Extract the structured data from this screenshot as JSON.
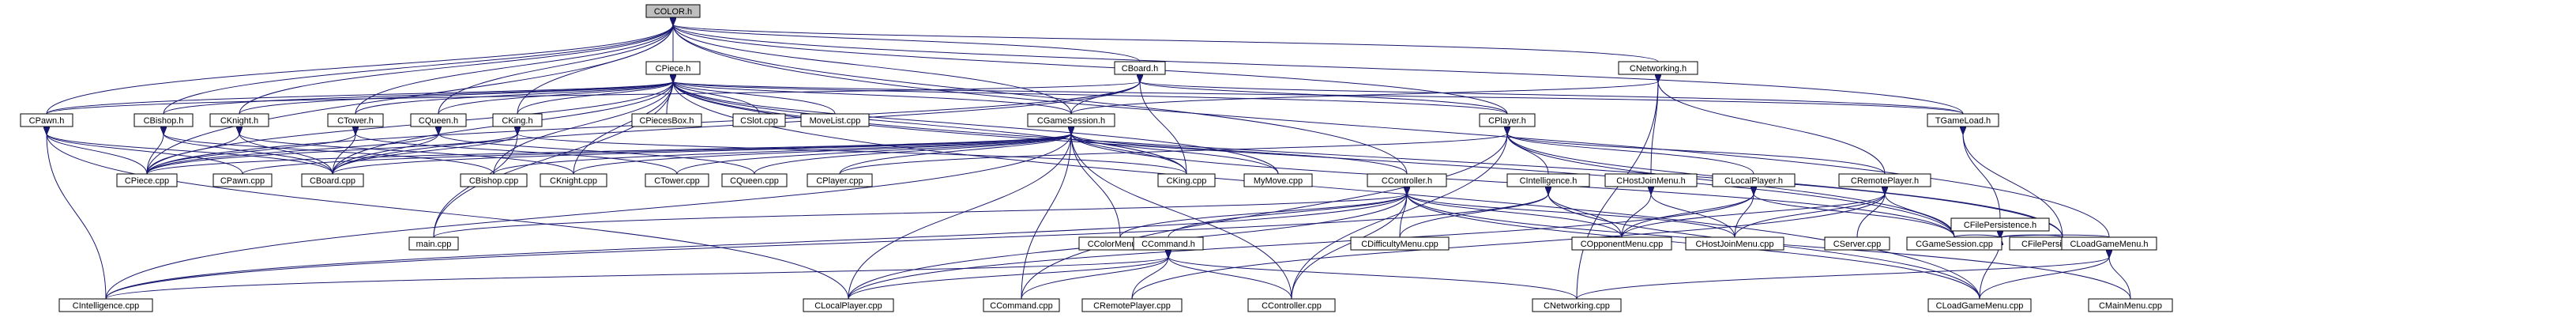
{
  "colors": {
    "edge": "#191970",
    "root_fill": "#bfbfbf",
    "node_fill": "#ffffff",
    "node_stroke": "#000000"
  },
  "root": "COLOR.h",
  "nodes": [
    {
      "id": "COLOR.h",
      "label": "COLOR.h"
    },
    {
      "id": "CPiece.h",
      "label": "CPiece.h"
    },
    {
      "id": "CBoard.h",
      "label": "CBoard.h"
    },
    {
      "id": "CNetworking.h",
      "label": "CNetworking.h"
    },
    {
      "id": "CPawn.h",
      "label": "CPawn.h"
    },
    {
      "id": "CBishop.h",
      "label": "CBishop.h"
    },
    {
      "id": "CKnight.h",
      "label": "CKnight.h"
    },
    {
      "id": "CTower.h",
      "label": "CTower.h"
    },
    {
      "id": "CQueen.h",
      "label": "CQueen.h"
    },
    {
      "id": "CKing.h",
      "label": "CKing.h"
    },
    {
      "id": "CPiecesBox.h",
      "label": "CPiecesBox.h"
    },
    {
      "id": "CSlot.cpp",
      "label": "CSlot.cpp"
    },
    {
      "id": "MoveList.cpp",
      "label": "MoveList.cpp"
    },
    {
      "id": "CGameSession.h",
      "label": "CGameSession.h"
    },
    {
      "id": "CPlayer.h",
      "label": "CPlayer.h"
    },
    {
      "id": "TGameLoad.h",
      "label": "TGameLoad.h"
    },
    {
      "id": "CPiece.cpp",
      "label": "CPiece.cpp"
    },
    {
      "id": "CPawn.cpp",
      "label": "CPawn.cpp"
    },
    {
      "id": "CBoard.cpp",
      "label": "CBoard.cpp"
    },
    {
      "id": "CBishop.cpp",
      "label": "CBishop.cpp"
    },
    {
      "id": "CKnight.cpp",
      "label": "CKnight.cpp"
    },
    {
      "id": "CTower.cpp",
      "label": "CTower.cpp"
    },
    {
      "id": "CQueen.cpp",
      "label": "CQueen.cpp"
    },
    {
      "id": "CPlayer.cpp",
      "label": "CPlayer.cpp"
    },
    {
      "id": "CKing.cpp",
      "label": "CKing.cpp"
    },
    {
      "id": "MyMove.cpp",
      "label": "MyMove.cpp"
    },
    {
      "id": "CController.h",
      "label": "CController.h"
    },
    {
      "id": "CHostJoinMenu.h",
      "label": "CHostJoinMenu.h"
    },
    {
      "id": "CIntelligence.h",
      "label": "CIntelligence.h"
    },
    {
      "id": "CLocalPlayer.h",
      "label": "CLocalPlayer.h"
    },
    {
      "id": "CRemotePlayer.h",
      "label": "CRemotePlayer.h"
    },
    {
      "id": "CFilePersistence.h",
      "label": "CFilePersistence.h"
    },
    {
      "id": "main.cpp",
      "label": "main.cpp"
    },
    {
      "id": "CColorMenu.cpp",
      "label": "CColorMenu.cpp"
    },
    {
      "id": "CDifficultyMenu.cpp",
      "label": "CDifficultyMenu.cpp"
    },
    {
      "id": "COpponentMenu.cpp",
      "label": "COpponentMenu.cpp"
    },
    {
      "id": "CHostJoinMenu.cpp",
      "label": "CHostJoinMenu.cpp"
    },
    {
      "id": "CServer.cpp",
      "label": "CServer.cpp"
    },
    {
      "id": "CGameSession.cpp",
      "label": "CGameSession.cpp"
    },
    {
      "id": "CFilePersistence.cpp",
      "label": "CFilePersistence.cpp"
    },
    {
      "id": "CLoadGameMenu.h",
      "label": "CLoadGameMenu.h"
    },
    {
      "id": "CCommand.h",
      "label": "CCommand.h"
    },
    {
      "id": "CIntelligence.cpp",
      "label": "CIntelligence.cpp"
    },
    {
      "id": "CLocalPlayer.cpp",
      "label": "CLocalPlayer.cpp"
    },
    {
      "id": "CCommand.cpp",
      "label": "CCommand.cpp"
    },
    {
      "id": "CRemotePlayer.cpp",
      "label": "CRemotePlayer.cpp"
    },
    {
      "id": "CController.cpp",
      "label": "CController.cpp"
    },
    {
      "id": "CNetworking.cpp",
      "label": "CNetworking.cpp"
    },
    {
      "id": "CLoadGameMenu.cpp",
      "label": "CLoadGameMenu.cpp"
    },
    {
      "id": "CMainMenu.cpp",
      "label": "CMainMenu.cpp"
    }
  ],
  "edges": [
    [
      "COLOR.h",
      "CPiece.h"
    ],
    [
      "COLOR.h",
      "CBoard.h"
    ],
    [
      "COLOR.h",
      "CNetworking.h"
    ],
    [
      "COLOR.h",
      "CPawn.h"
    ],
    [
      "COLOR.h",
      "CBishop.h"
    ],
    [
      "COLOR.h",
      "CKnight.h"
    ],
    [
      "COLOR.h",
      "CTower.h"
    ],
    [
      "COLOR.h",
      "CQueen.h"
    ],
    [
      "COLOR.h",
      "CKing.h"
    ],
    [
      "COLOR.h",
      "CGameSession.h"
    ],
    [
      "COLOR.h",
      "CPlayer.h"
    ],
    [
      "COLOR.h",
      "CController.h"
    ],
    [
      "COLOR.h",
      "TGameLoad.h"
    ],
    [
      "COLOR.h",
      "CPiece.cpp"
    ],
    [
      "COLOR.h",
      "CLoadGameMenu.h"
    ],
    [
      "CPiece.h",
      "CPawn.h"
    ],
    [
      "CPiece.h",
      "CBishop.h"
    ],
    [
      "CPiece.h",
      "CKnight.h"
    ],
    [
      "CPiece.h",
      "CTower.h"
    ],
    [
      "CPiece.h",
      "CQueen.h"
    ],
    [
      "CPiece.h",
      "CKing.h"
    ],
    [
      "CPiece.h",
      "CPiecesBox.h"
    ],
    [
      "CPiece.h",
      "CSlot.cpp"
    ],
    [
      "CPiece.h",
      "MoveList.cpp"
    ],
    [
      "CPiece.h",
      "CGameSession.h"
    ],
    [
      "CPiece.h",
      "CPlayer.h"
    ],
    [
      "CPiece.h",
      "TGameLoad.h"
    ],
    [
      "CPiece.h",
      "CPiece.cpp"
    ],
    [
      "CPiece.h",
      "CBoard.cpp"
    ],
    [
      "CPiece.h",
      "CKing.cpp"
    ],
    [
      "CPiece.h",
      "MyMove.cpp"
    ],
    [
      "CPiece.h",
      "main.cpp"
    ],
    [
      "CPiece.h",
      "CGameSession.cpp"
    ],
    [
      "CPiece.h",
      "CLoadGameMenu.cpp"
    ],
    [
      "CPiece.h",
      "CFilePersistence.cpp"
    ],
    [
      "CPiece.h",
      "CBishop.cpp"
    ],
    [
      "CPiece.h",
      "CKnight.cpp"
    ],
    [
      "CBoard.h",
      "CGameSession.h"
    ],
    [
      "CBoard.h",
      "CPlayer.h"
    ],
    [
      "CBoard.h",
      "CBoard.cpp"
    ],
    [
      "CBoard.h",
      "CKing.cpp"
    ],
    [
      "CBoard.h",
      "TGameLoad.h"
    ],
    [
      "CBoard.h",
      "CPiece.cpp"
    ],
    [
      "CBoard.h",
      "CPawn.h"
    ],
    [
      "CNetworking.h",
      "CGameSession.h"
    ],
    [
      "CNetworking.h",
      "CHostJoinMenu.h"
    ],
    [
      "CNetworking.h",
      "CRemotePlayer.h"
    ],
    [
      "CNetworking.h",
      "CNetworking.cpp"
    ],
    [
      "CPawn.h",
      "CPiece.cpp"
    ],
    [
      "CPawn.h",
      "CPawn.cpp"
    ],
    [
      "CPawn.h",
      "CBoard.cpp"
    ],
    [
      "CPawn.h",
      "CIntelligence.cpp"
    ],
    [
      "CPawn.h",
      "CLocalPlayer.cpp"
    ],
    [
      "CBishop.h",
      "CPiece.cpp"
    ],
    [
      "CBishop.h",
      "CBoard.cpp"
    ],
    [
      "CBishop.h",
      "CBishop.cpp"
    ],
    [
      "CKnight.h",
      "CPiece.cpp"
    ],
    [
      "CKnight.h",
      "CBoard.cpp"
    ],
    [
      "CKnight.h",
      "CKnight.cpp"
    ],
    [
      "CTower.h",
      "CPiece.cpp"
    ],
    [
      "CTower.h",
      "CBoard.cpp"
    ],
    [
      "CTower.h",
      "CTower.cpp"
    ],
    [
      "CQueen.h",
      "CPiece.cpp"
    ],
    [
      "CQueen.h",
      "CBoard.cpp"
    ],
    [
      "CQueen.h",
      "CQueen.cpp"
    ],
    [
      "CKing.h",
      "CPiece.cpp"
    ],
    [
      "CKing.h",
      "CBoard.cpp"
    ],
    [
      "CKing.h",
      "CKing.cpp"
    ],
    [
      "CKing.h",
      "main.cpp"
    ],
    [
      "CGameSession.h",
      "CController.h"
    ],
    [
      "CGameSession.h",
      "CPiece.cpp"
    ],
    [
      "CGameSession.h",
      "CPawn.cpp"
    ],
    [
      "CGameSession.h",
      "CBoard.cpp"
    ],
    [
      "CGameSession.h",
      "CBishop.cpp"
    ],
    [
      "CGameSession.h",
      "CKnight.cpp"
    ],
    [
      "CGameSession.h",
      "CTower.cpp"
    ],
    [
      "CGameSession.h",
      "CQueen.cpp"
    ],
    [
      "CGameSession.h",
      "CPlayer.cpp"
    ],
    [
      "CGameSession.h",
      "CKing.cpp"
    ],
    [
      "CGameSession.h",
      "MyMove.cpp"
    ],
    [
      "CGameSession.h",
      "CColorMenu.cpp"
    ],
    [
      "CGameSession.h",
      "CGameSession.cpp"
    ],
    [
      "CGameSession.h",
      "CIntelligence.cpp"
    ],
    [
      "CGameSession.h",
      "CLocalPlayer.cpp"
    ],
    [
      "CGameSession.h",
      "CCommand.cpp"
    ],
    [
      "CGameSession.h",
      "CController.cpp"
    ],
    [
      "CPlayer.h",
      "CPlayer.cpp"
    ],
    [
      "CPlayer.h",
      "CIntelligence.h"
    ],
    [
      "CPlayer.h",
      "CLocalPlayer.h"
    ],
    [
      "CPlayer.h",
      "CRemotePlayer.h"
    ],
    [
      "CPlayer.h",
      "CGameSession.cpp"
    ],
    [
      "CPlayer.h",
      "CController.cpp"
    ],
    [
      "CPlayer.h",
      "CFilePersistence.cpp"
    ],
    [
      "CPlayer.h",
      "CCommand.cpp"
    ],
    [
      "TGameLoad.h",
      "CFilePersistence.h"
    ],
    [
      "TGameLoad.h",
      "CFilePersistence.cpp"
    ],
    [
      "CController.h",
      "main.cpp"
    ],
    [
      "CController.h",
      "CColorMenu.cpp"
    ],
    [
      "CController.h",
      "CDifficultyMenu.cpp"
    ],
    [
      "CController.h",
      "COpponentMenu.cpp"
    ],
    [
      "CController.h",
      "CHostJoinMenu.cpp"
    ],
    [
      "CController.h",
      "CCommand.h"
    ],
    [
      "CController.h",
      "CIntelligence.cpp"
    ],
    [
      "CController.h",
      "CLocalPlayer.cpp"
    ],
    [
      "CController.h",
      "CController.cpp"
    ],
    [
      "CController.h",
      "CLoadGameMenu.cpp"
    ],
    [
      "CController.h",
      "CMainMenu.cpp"
    ],
    [
      "CHostJoinMenu.h",
      "COpponentMenu.cpp"
    ],
    [
      "CHostJoinMenu.h",
      "CHostJoinMenu.cpp"
    ],
    [
      "CIntelligence.h",
      "CDifficultyMenu.cpp"
    ],
    [
      "CIntelligence.h",
      "COpponentMenu.cpp"
    ],
    [
      "CIntelligence.h",
      "CIntelligence.cpp"
    ],
    [
      "CIntelligence.h",
      "CLoadGameMenu.cpp"
    ],
    [
      "CLocalPlayer.h",
      "COpponentMenu.cpp"
    ],
    [
      "CLocalPlayer.h",
      "CHostJoinMenu.cpp"
    ],
    [
      "CLocalPlayer.h",
      "CLocalPlayer.cpp"
    ],
    [
      "CLocalPlayer.h",
      "CGameSession.cpp"
    ],
    [
      "CRemotePlayer.h",
      "COpponentMenu.cpp"
    ],
    [
      "CRemotePlayer.h",
      "CHostJoinMenu.cpp"
    ],
    [
      "CRemotePlayer.h",
      "CServer.cpp"
    ],
    [
      "CRemotePlayer.h",
      "CRemotePlayer.cpp"
    ],
    [
      "CRemotePlayer.h",
      "CGameSession.cpp"
    ],
    [
      "CFilePersistence.h",
      "CFilePersistence.cpp"
    ],
    [
      "CFilePersistence.h",
      "CLoadGameMenu.h"
    ],
    [
      "CFilePersistence.h",
      "CGameSession.cpp"
    ],
    [
      "CFilePersistence.h",
      "CLoadGameMenu.cpp"
    ],
    [
      "CLoadGameMenu.h",
      "CLoadGameMenu.cpp"
    ],
    [
      "CLoadGameMenu.h",
      "CMainMenu.cpp"
    ],
    [
      "CLoadGameMenu.h",
      "CNetworking.cpp"
    ],
    [
      "CCommand.h",
      "CIntelligence.cpp"
    ],
    [
      "CCommand.h",
      "CLocalPlayer.cpp"
    ],
    [
      "CCommand.h",
      "CCommand.cpp"
    ],
    [
      "CCommand.h",
      "CRemotePlayer.cpp"
    ],
    [
      "CCommand.h",
      "CController.cpp"
    ],
    [
      "CCommand.h",
      "CNetworking.cpp"
    ]
  ]
}
